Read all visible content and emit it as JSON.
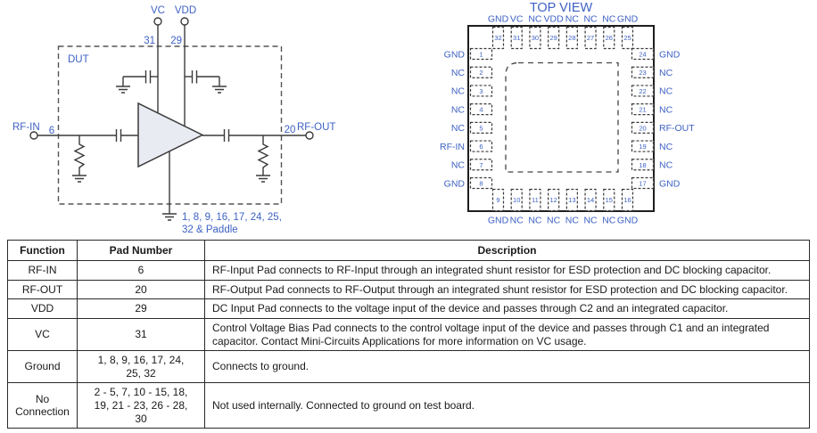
{
  "colors": {
    "accent_blue": "#3E62C4",
    "schematic_line": "#3a3a3a",
    "amp_fill": "#e9ebf2"
  },
  "schematic": {
    "dut_label": "DUT",
    "vc_label": "VC",
    "vc_pin": "31",
    "vdd_label": "VDD",
    "vdd_pin": "29",
    "rf_in_label": "RF-IN",
    "rf_in_pin": "6",
    "rf_out_label": "RF-OUT",
    "rf_out_pin": "20",
    "ground_note_line1": "1, 8, 9, 16, 17, 24, 25,",
    "ground_note_line2": "32 &  Paddle"
  },
  "package": {
    "title": "TOP VIEW",
    "top_pins": [
      {
        "num": "32",
        "label": "GND"
      },
      {
        "num": "31",
        "label": "VC"
      },
      {
        "num": "30",
        "label": "NC"
      },
      {
        "num": "29",
        "label": "VDD"
      },
      {
        "num": "28",
        "label": "NC"
      },
      {
        "num": "27",
        "label": "NC"
      },
      {
        "num": "26",
        "label": "NC"
      },
      {
        "num": "25",
        "label": "GND"
      }
    ],
    "bottom_pins": [
      {
        "num": "9",
        "label": "GND"
      },
      {
        "num": "10",
        "label": "NC"
      },
      {
        "num": "11",
        "label": "NC"
      },
      {
        "num": "12",
        "label": "NC"
      },
      {
        "num": "13",
        "label": "NC"
      },
      {
        "num": "14",
        "label": "NC"
      },
      {
        "num": "15",
        "label": "NC"
      },
      {
        "num": "16",
        "label": "GND"
      }
    ],
    "left_pins": [
      {
        "num": "1",
        "label": "GND"
      },
      {
        "num": "2",
        "label": "NC"
      },
      {
        "num": "3",
        "label": "NC"
      },
      {
        "num": "4",
        "label": "NC"
      },
      {
        "num": "5",
        "label": "NC"
      },
      {
        "num": "6",
        "label": "RF-IN"
      },
      {
        "num": "7",
        "label": "NC"
      },
      {
        "num": "8",
        "label": "GND"
      }
    ],
    "right_pins": [
      {
        "num": "24",
        "label": "GND"
      },
      {
        "num": "23",
        "label": "NC"
      },
      {
        "num": "22",
        "label": "NC"
      },
      {
        "num": "21",
        "label": "NC"
      },
      {
        "num": "20",
        "label": "RF-OUT"
      },
      {
        "num": "19",
        "label": "NC"
      },
      {
        "num": "18",
        "label": "NC"
      },
      {
        "num": "17",
        "label": "GND"
      }
    ]
  },
  "table": {
    "headers": [
      "Function",
      "Pad Number",
      "Description"
    ],
    "rows": [
      {
        "function": "RF-IN",
        "pads": "6",
        "description": "RF-Input Pad connects to RF-Input through an integrated shunt resistor for ESD protection and DC blocking capacitor."
      },
      {
        "function": "RF-OUT",
        "pads": "20",
        "description": "RF-Output Pad connects to RF-Output through an integrated shunt resistor for ESD protection and DC blocking capacitor."
      },
      {
        "function": "VDD",
        "pads": "29",
        "description": "DC Input Pad connects to the voltage input of the device and passes through C2 and an integrated capacitor."
      },
      {
        "function": "VC",
        "pads": "31",
        "description": "Control Voltage Bias Pad connects to the control voltage input of the device and passes through C1 and an integrated capacitor. Contact Mini-Circuits Applications for more information on VC usage."
      },
      {
        "function": "Ground",
        "pads": "1, 8, 9, 16, 17, 24, 25, 32",
        "description": "Connects to ground."
      },
      {
        "function": "No Connection",
        "pads": "2 - 5, 7, 10 - 15, 18, 19, 21 - 23, 26 - 28, 30",
        "description": "Not used internally. Connected to ground on test board."
      }
    ]
  }
}
